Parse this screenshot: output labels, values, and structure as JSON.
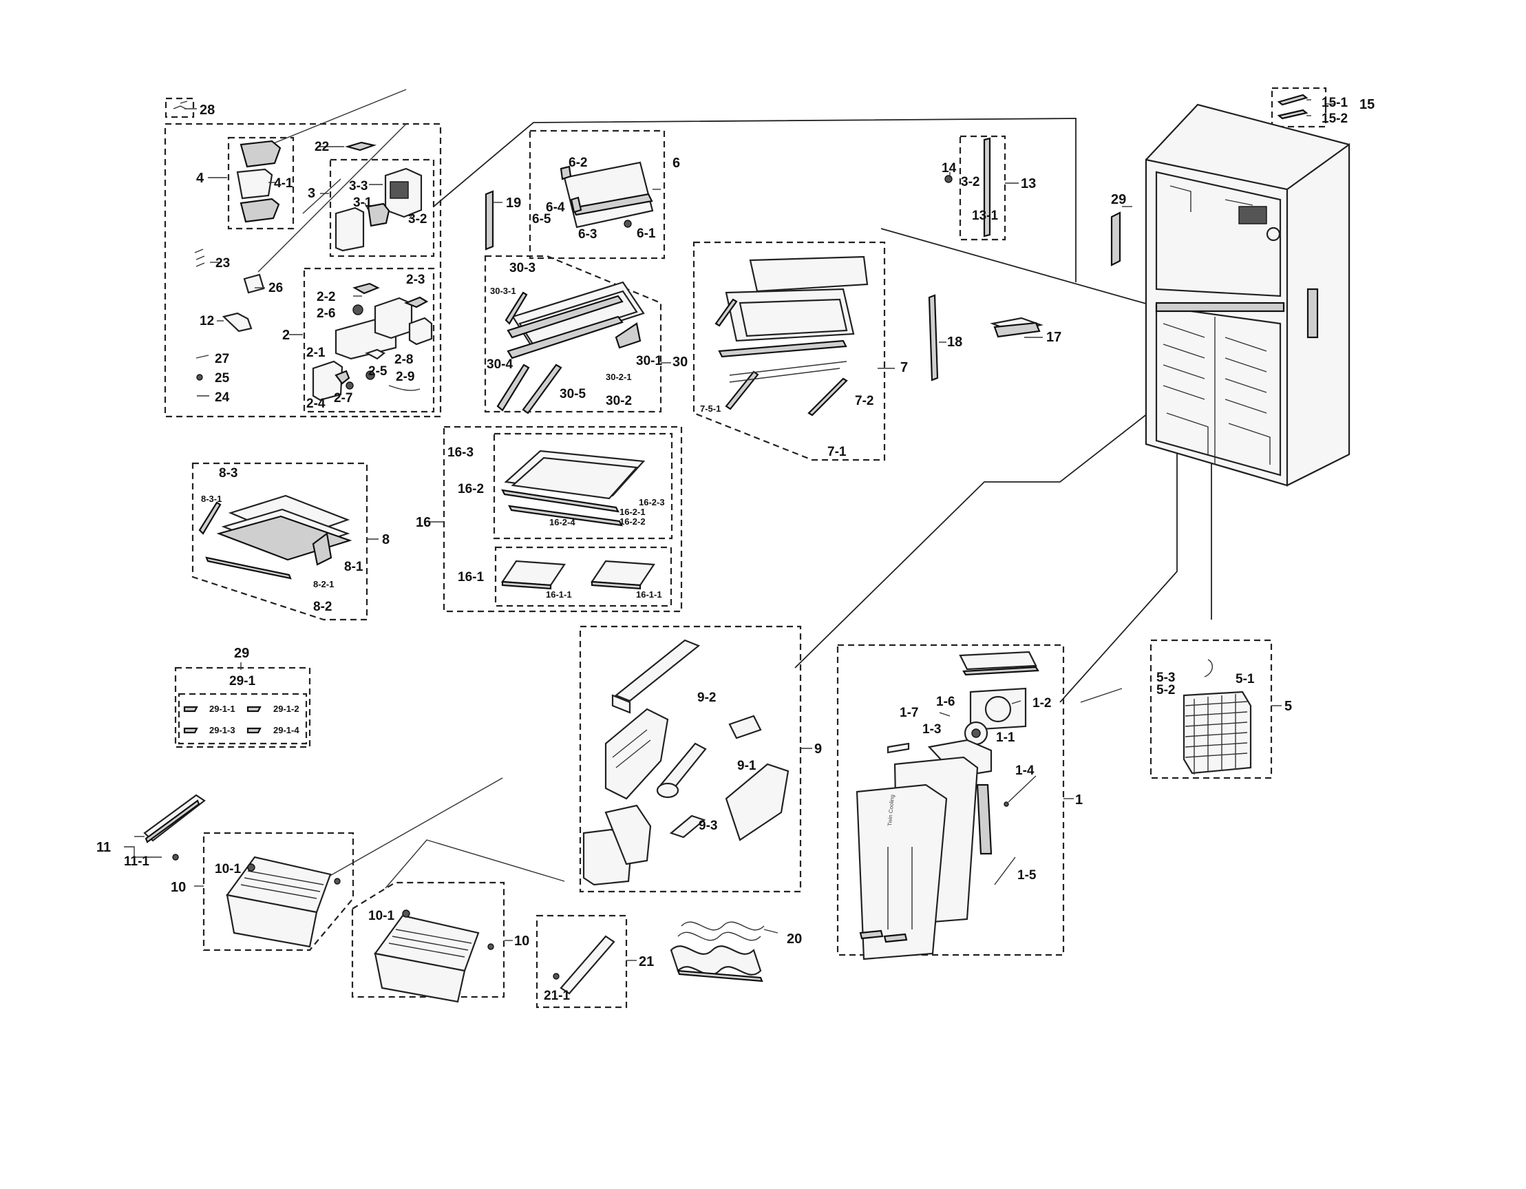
{
  "labels": {
    "p1": "1",
    "p1_1": "1-1",
    "p1_2": "1-2",
    "p1_3": "1-3",
    "p1_4": "1-4",
    "p1_5": "1-5",
    "p1_6": "1-6",
    "p1_7": "1-7",
    "p2": "2",
    "p2_1": "2-1",
    "p2_2": "2-2",
    "p2_3": "2-3",
    "p2_4": "2-4",
    "p2_5": "2-5",
    "p2_6": "2-6",
    "p2_7": "2-7",
    "p2_8": "2-8",
    "p2_9": "2-9",
    "p3": "3",
    "p3_1": "3-1",
    "p3_2": "3-2",
    "p3_3": "3-3",
    "p4": "4",
    "p4_1": "4-1",
    "p5": "5",
    "p5_1": "5-1",
    "p5_2": "5-2",
    "p5_3": "5-3",
    "p6": "6",
    "p6_1": "6-1",
    "p6_2": "6-2",
    "p6_3": "6-3",
    "p6_4": "6-4",
    "p6_5": "6-5",
    "p7": "7",
    "p7_1": "7-1",
    "p7_2": "7-2",
    "p7_5_1": "7-5-1",
    "p8": "8",
    "p8_1": "8-1",
    "p8_2": "8-2",
    "p8_2_1": "8-2-1",
    "p8_3": "8-3",
    "p8_3_1": "8-3-1",
    "p9": "9",
    "p9_1": "9-1",
    "p9_2": "9-2",
    "p9_3": "9-3",
    "p10": "10",
    "p10_1": "10-1",
    "p11": "11",
    "p11_1": "11-1",
    "p12": "12",
    "p13": "13",
    "p13_1": "13-1",
    "p13_3_2": "3-2",
    "p14": "14",
    "p15": "15",
    "p15_1": "15-1",
    "p15_2": "15-2",
    "p16": "16",
    "p16_1": "16-1",
    "p16_1_1": "16-1-1",
    "p16_2": "16-2",
    "p16_2_1": "16-2-1",
    "p16_2_2": "16-2-2",
    "p16_2_3": "16-2-3",
    "p16_2_4": "16-2-4",
    "p16_3": "16-3",
    "p17": "17",
    "p18": "18",
    "p19": "19",
    "p20": "20",
    "p21": "21",
    "p21_1": "21-1",
    "p22": "22",
    "p23": "23",
    "p24": "24",
    "p25": "25",
    "p26": "26",
    "p27": "27",
    "p28": "28",
    "p29": "29",
    "p29_1": "29-1",
    "p29_1_1": "29-1-1",
    "p29_1_2": "29-1-2",
    "p29_1_3": "29-1-3",
    "p29_1_4": "29-1-4",
    "p30": "30",
    "p30_1": "30-1",
    "p30_2": "30-2",
    "p30_2_1": "30-2-1",
    "p30_3": "30-3",
    "p30_3_1": "30-3-1",
    "p30_4": "30-4",
    "p30_5": "30-5"
  }
}
